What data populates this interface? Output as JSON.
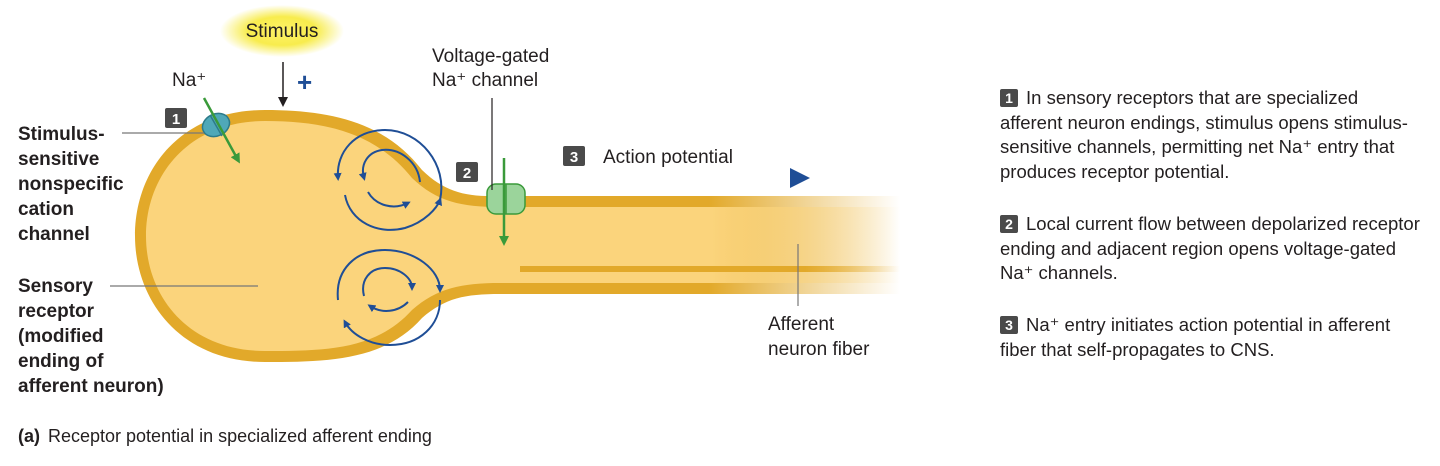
{
  "labels": {
    "stimulus": "Stimulus",
    "na": "Na⁺",
    "plus": "+",
    "voltage_gated_line1": "Voltage-gated",
    "voltage_gated_line2": "Na⁺ channel",
    "action_potential": "Action potential",
    "stimulus_sensitive": [
      "Stimulus-",
      "sensitive",
      "nonspecific",
      "cation",
      "channel"
    ],
    "sensory_receptor": [
      "Sensory",
      "receptor",
      "(modified",
      "ending of",
      "afferent neuron)"
    ],
    "afferent_fiber": [
      "Afferent",
      "neuron fiber"
    ]
  },
  "badges": [
    "1",
    "2",
    "3"
  ],
  "steps": [
    {
      "num": "1",
      "text": "In sensory receptors that are specialized afferent neuron endings, stimulus opens stimulus-sensitive channels, permitting net Na⁺ entry that produces receptor potential."
    },
    {
      "num": "2",
      "text": "Local current flow between depolarized receptor ending and adjacent region opens voltage-gated Na⁺ channels."
    },
    {
      "num": "3",
      "text": "Na⁺ entry initiates action potential in afferent fiber that self-propagates to CNS."
    }
  ],
  "caption": {
    "letter": "(a)",
    "text": "Receptor potential in specialized afferent ending"
  },
  "colors": {
    "membrane": "#e2a92a",
    "cytoplasm": "#fbd47c",
    "arrow_blue": "#1f4e96",
    "channel_teal": "#4fa8b8",
    "channel_green": "#58b55a",
    "stimulus_glow": "#f7ea3a"
  }
}
